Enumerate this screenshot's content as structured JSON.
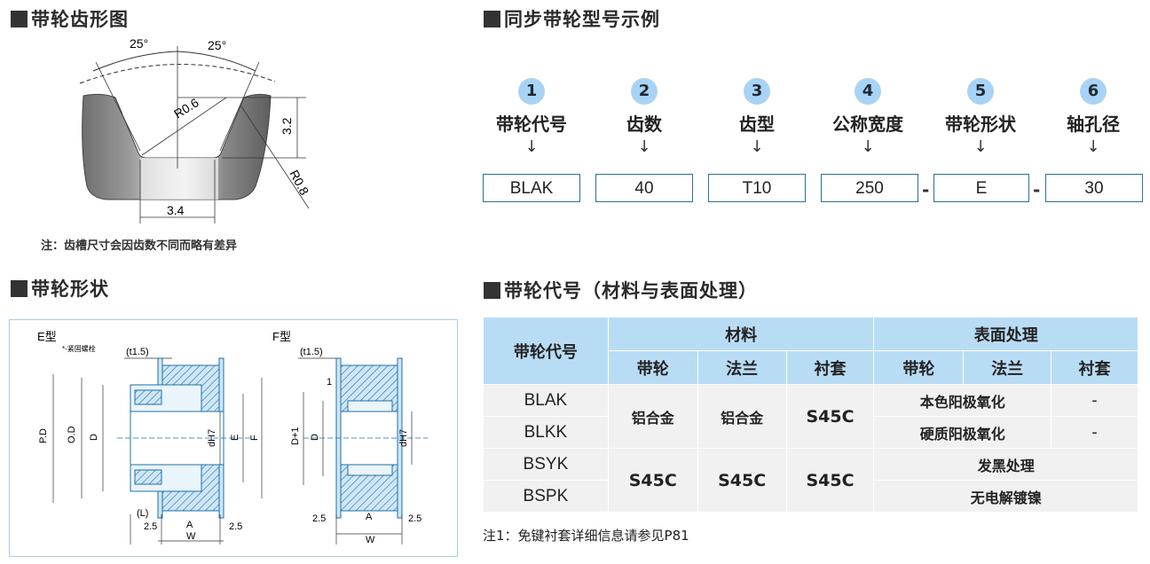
{
  "sections": {
    "tooth_profile": "带轮齿形图",
    "model_example": "同步带轮型号示例",
    "pulley_shape": "带轮形状",
    "pulley_code": "带轮代号（材料与表面处理）"
  },
  "tooth_profile": {
    "angle_left": "25°",
    "angle_right": "25°",
    "radius_top": "R0.6",
    "radius_bottom": "R0.8",
    "depth": "3.2",
    "width": "3.4",
    "note": "注：齿槽尺寸会因齿数不同而略有差异"
  },
  "model_example": {
    "steps": [
      {
        "num": "1",
        "label": "带轮代号",
        "code": "BLAK"
      },
      {
        "num": "2",
        "label": "齿数",
        "code": "40"
      },
      {
        "num": "3",
        "label": "齿型",
        "code": "T10"
      },
      {
        "num": "4",
        "label": "公称宽度",
        "code": "250"
      },
      {
        "num": "5",
        "label": "带轮形状",
        "code": "E"
      },
      {
        "num": "6",
        "label": "轴孔径",
        "code": "30"
      }
    ],
    "arrow": "↓",
    "dash": "-"
  },
  "shape": {
    "e_type": "E型",
    "e_screw": "*-紧固螺栓",
    "f_type": "F型",
    "t": "(t1.5)",
    "PD": "P.D",
    "OD": "O.D",
    "D": "D",
    "D1": "D+1",
    "dH7": "dH7",
    "E": "E",
    "F": "F",
    "L": "(L)",
    "A": "A",
    "W": "W",
    "s25": "2.5",
    "one": "1"
  },
  "table": {
    "h_code": "带轮代号",
    "h_material": "材料",
    "h_surface": "表面处理",
    "sub": [
      "带轮",
      "法兰",
      "衬套",
      "带轮",
      "法兰",
      "衬套"
    ],
    "codes": [
      "BLAK",
      "BLKK",
      "BSYK",
      "BSPK"
    ],
    "alu": "铝合金",
    "s45c": "S45C",
    "anod_natural": "本色阳极氧化",
    "anod_hard": "硬质阳极氧化",
    "dash": "-",
    "black": "发黑处理",
    "nickel": "无电解镀镍"
  },
  "footnote": "注1：免键衬套详细信息请参见P81"
}
